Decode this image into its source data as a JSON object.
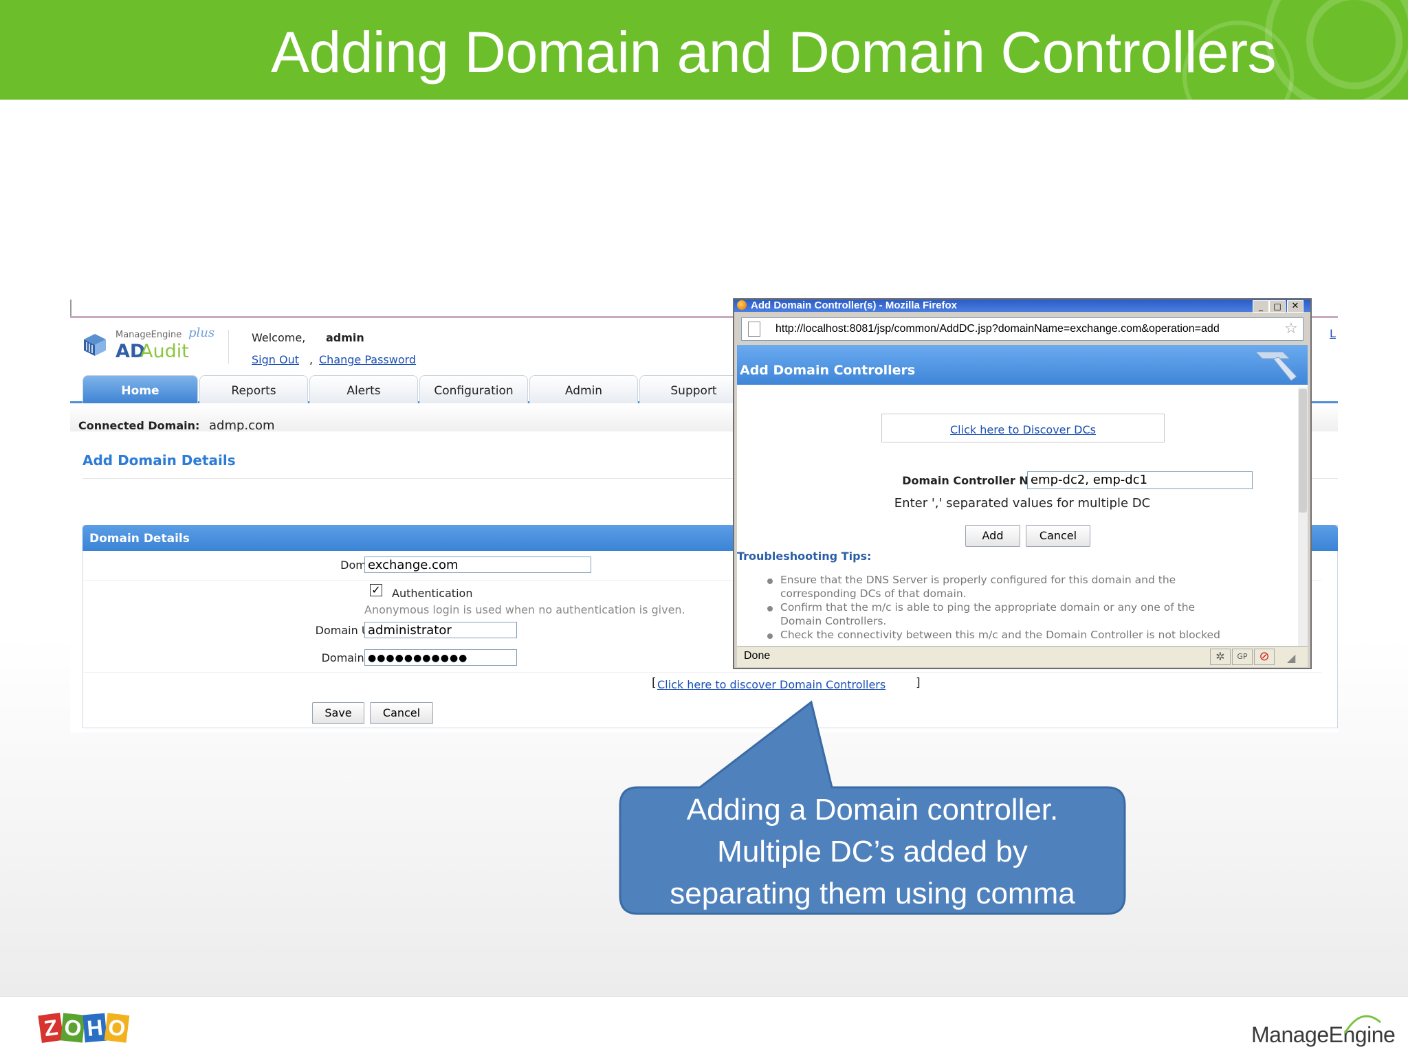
{
  "slide": {
    "title": "Adding Domain and Domain Controllers",
    "footer_left_logo": "ZOHO",
    "footer_right_logo": "ManageEngine"
  },
  "app": {
    "brand_top": "ManageEngine",
    "brand_plus": "plus",
    "brand_product_ad": "AD",
    "brand_product_name": "Audit",
    "welcome_label": "Welcome,",
    "username": "admin",
    "sign_out": "Sign Out",
    "separator": ",",
    "change_password": "Change Password",
    "tabs": [
      "Home",
      "Reports",
      "Alerts",
      "Configuration",
      "Admin",
      "Support"
    ],
    "connected_domain_label": "Connected Domain:",
    "connected_domain_value": "admp.com",
    "page_title": "Add Domain Details",
    "panel_title": "Domain Details",
    "domain_name_label": "Domain Name :",
    "domain_name_value": "exchange.com",
    "authentication_label": "Authentication",
    "auth_note": "Anonymous login is used when no authentication is given.",
    "username_label": "Domain UserName :",
    "username_value": "administrator",
    "password_label": "Domain Password :",
    "password_value": "●●●●●●●●●●●",
    "discover_link": "Click here to discover Domain Controllers",
    "save_button": "Save",
    "cancel_button": "Cancel",
    "right_edge_link": "L"
  },
  "popup": {
    "window_title": "Add Domain Controller(s) - Mozilla Firefox",
    "url": "http://localhost:8081/jsp/common/AddDC.jsp?domainName=exchange.com&operation=add",
    "header": "Add Domain Controllers",
    "discover_link": "Click here to Discover DCs",
    "dc_name_label": "Domain Controller Name :",
    "dc_name_value": "emp-dc2, emp-dc1",
    "hint": "Enter ',' separated values for multiple DC",
    "add_button": "Add",
    "cancel_button": "Cancel",
    "troubleshooting_title": "Troubleshooting Tips:",
    "tips": [
      "Ensure that the DNS Server is properly configured for this domain and the",
      "corresponding DCs of that domain.",
      "Confirm that the m/c is able to ping the appropriate domain or any one of the",
      "Domain Controllers.",
      "Check the connectivity between this m/c and the Domain Controller is not blocked"
    ],
    "status": "Done",
    "status_icon_gp": "GP"
  },
  "callout": {
    "text": "Adding a Domain controller. Multiple DC’s added by separating them using comma",
    "line1": "Adding a Domain controller.",
    "line2": "Multiple DC’s added by",
    "line3": "separating them using comma"
  },
  "colors": {
    "header_green": "#6cbf2a",
    "callout_blue": "#4f81bd",
    "panel_blue": "#3b83d6",
    "link_blue": "#1a4fb4"
  }
}
